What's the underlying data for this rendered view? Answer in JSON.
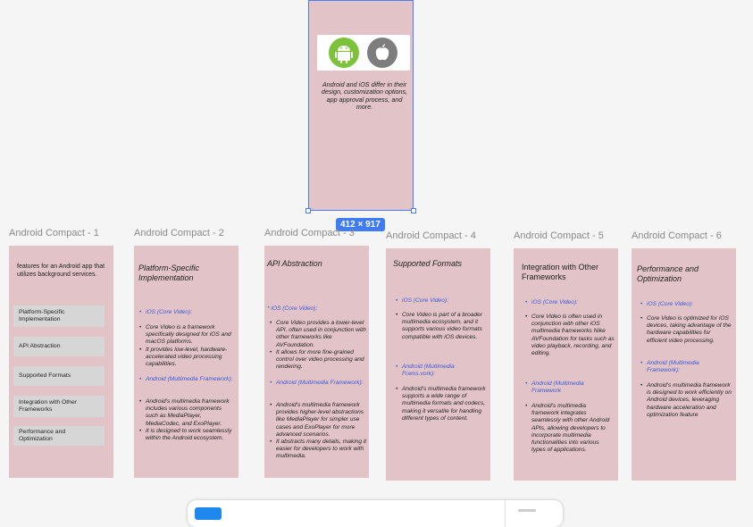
{
  "selected_frame": {
    "intro": "Android and iOS differ in their design, customization options, app approval process, and more.",
    "size_label": "412 × 917"
  },
  "frames": {
    "f1": {
      "label": "Android Compact - 1",
      "top_text": "features for an Android app that utilizes background services.",
      "menu": [
        "Platform-Specific Implementation",
        "API Abstraction",
        "Supported Formats",
        "Integration with Other Frameworks",
        "Performance and Optimization"
      ]
    },
    "f2": {
      "label": "Android Compact - 2",
      "title": "Platform-Specific Implementation",
      "ios_head": "iOS (Core Video):",
      "ios_items": [
        "Core Video is a framework specifically designed for iOS and macOS platforms.",
        "It provides low-level, hardware-accelerated video processing capabilities."
      ],
      "android_head": "Android (Multimedia Framework):",
      "android_items": [
        "Android's multimedia framework includes various components such as MediaPlayer, MediaCodec, and ExoPlayer.",
        "It is designed to work seamlessly within the Android ecosystem."
      ]
    },
    "f3": {
      "label": "Android Compact - 3",
      "title": "API Abstraction",
      "ios_head": "* iOS (Core Video):",
      "ios_items": [
        "Core Video provides a lower-level API, often used in conjunction with other frameworks like AVFoundation.",
        "It allows for more fine-grained control over video processing and rendering."
      ],
      "android_head": "Android (Multimedia Framework):",
      "android_items": [
        "Android's multimedia framework provides higher-level abstractions like MediaPlayer for simpler use cases and ExoPlayer for more advanced scenarios.",
        "It abstracts many details, making it easier for developers to work with multimedia."
      ]
    },
    "f4": {
      "label": "Android Compact - 4",
      "title": "Supported Formats",
      "ios_head": "iOS (Core Video):",
      "ios_items": [
        "Core Video is part of a broader multimedia ecosystem, and it supports various video formats compatible with iOS devices."
      ],
      "android_head": "Android (Multimedia Frams.vork):",
      "android_items": [
        "Android's multimedia framework supports a wide range of multimedia formats and codecs, making it versatile for handling different types of content."
      ]
    },
    "f5": {
      "label": "Android Compact - 5",
      "title": "Integration with Other Frameworks",
      "ios_head": "iOS (Core Video):",
      "ios_items": [
        "Core Video is often used in conjunction with other iOS multimedia frameworks Nike AVFoundation for tasks such as video playback, recording, and editing."
      ],
      "android_head": "Android (Multimedia Framework",
      "android_items": [
        "Android's multimedia framework integrates seamlessly with other Android APIs, allowing developers to incorporate multimedia functionalities into various types of applications."
      ]
    },
    "f6": {
      "label": "Android Compact - 6",
      "title": "Performance and Optimization",
      "ios_head": "iOS (Core Video):",
      "ios_items": [
        "Core Video is optimized for iOS devices, taking advantage of the hardware capabilities for efficient video processing."
      ],
      "android_head": "Android (Multimedia Framework):",
      "android_items": [
        "Android's multimedia framework is designed to work efficiently on Android devices, leveraging hardware acceleration and optimization feature"
      ]
    }
  },
  "colors": {
    "frame_bg": "#e2c4c8",
    "selection": "#4a7df0",
    "link_blue": "#3a58d8",
    "canvas_bg": "#f5f5f5"
  },
  "icons": [
    "android-logo",
    "apple-logo"
  ]
}
